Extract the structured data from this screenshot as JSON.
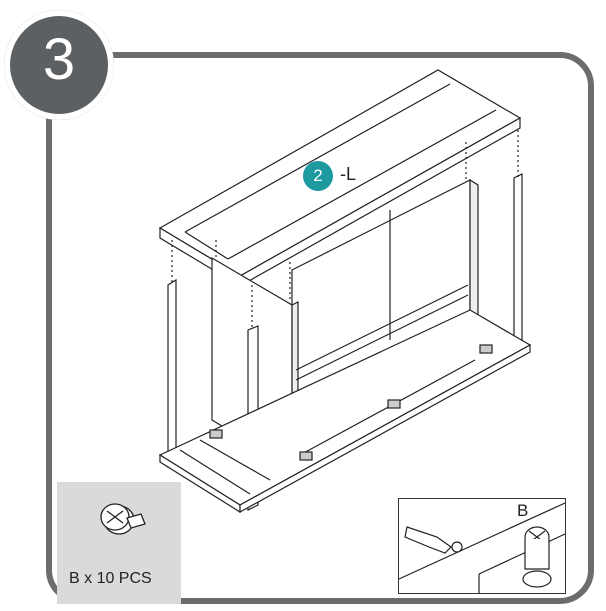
{
  "step": {
    "number": "3"
  },
  "callout": {
    "panel_number": "2",
    "panel_suffix": "-L"
  },
  "parts": {
    "label": "B x 10 PCS"
  },
  "detail": {
    "letter": "B"
  },
  "colors": {
    "frame": "#6a6c6e",
    "badge": "#5d6062",
    "accent": "#1c9aa0",
    "parts_bg": "#d9dadb"
  }
}
